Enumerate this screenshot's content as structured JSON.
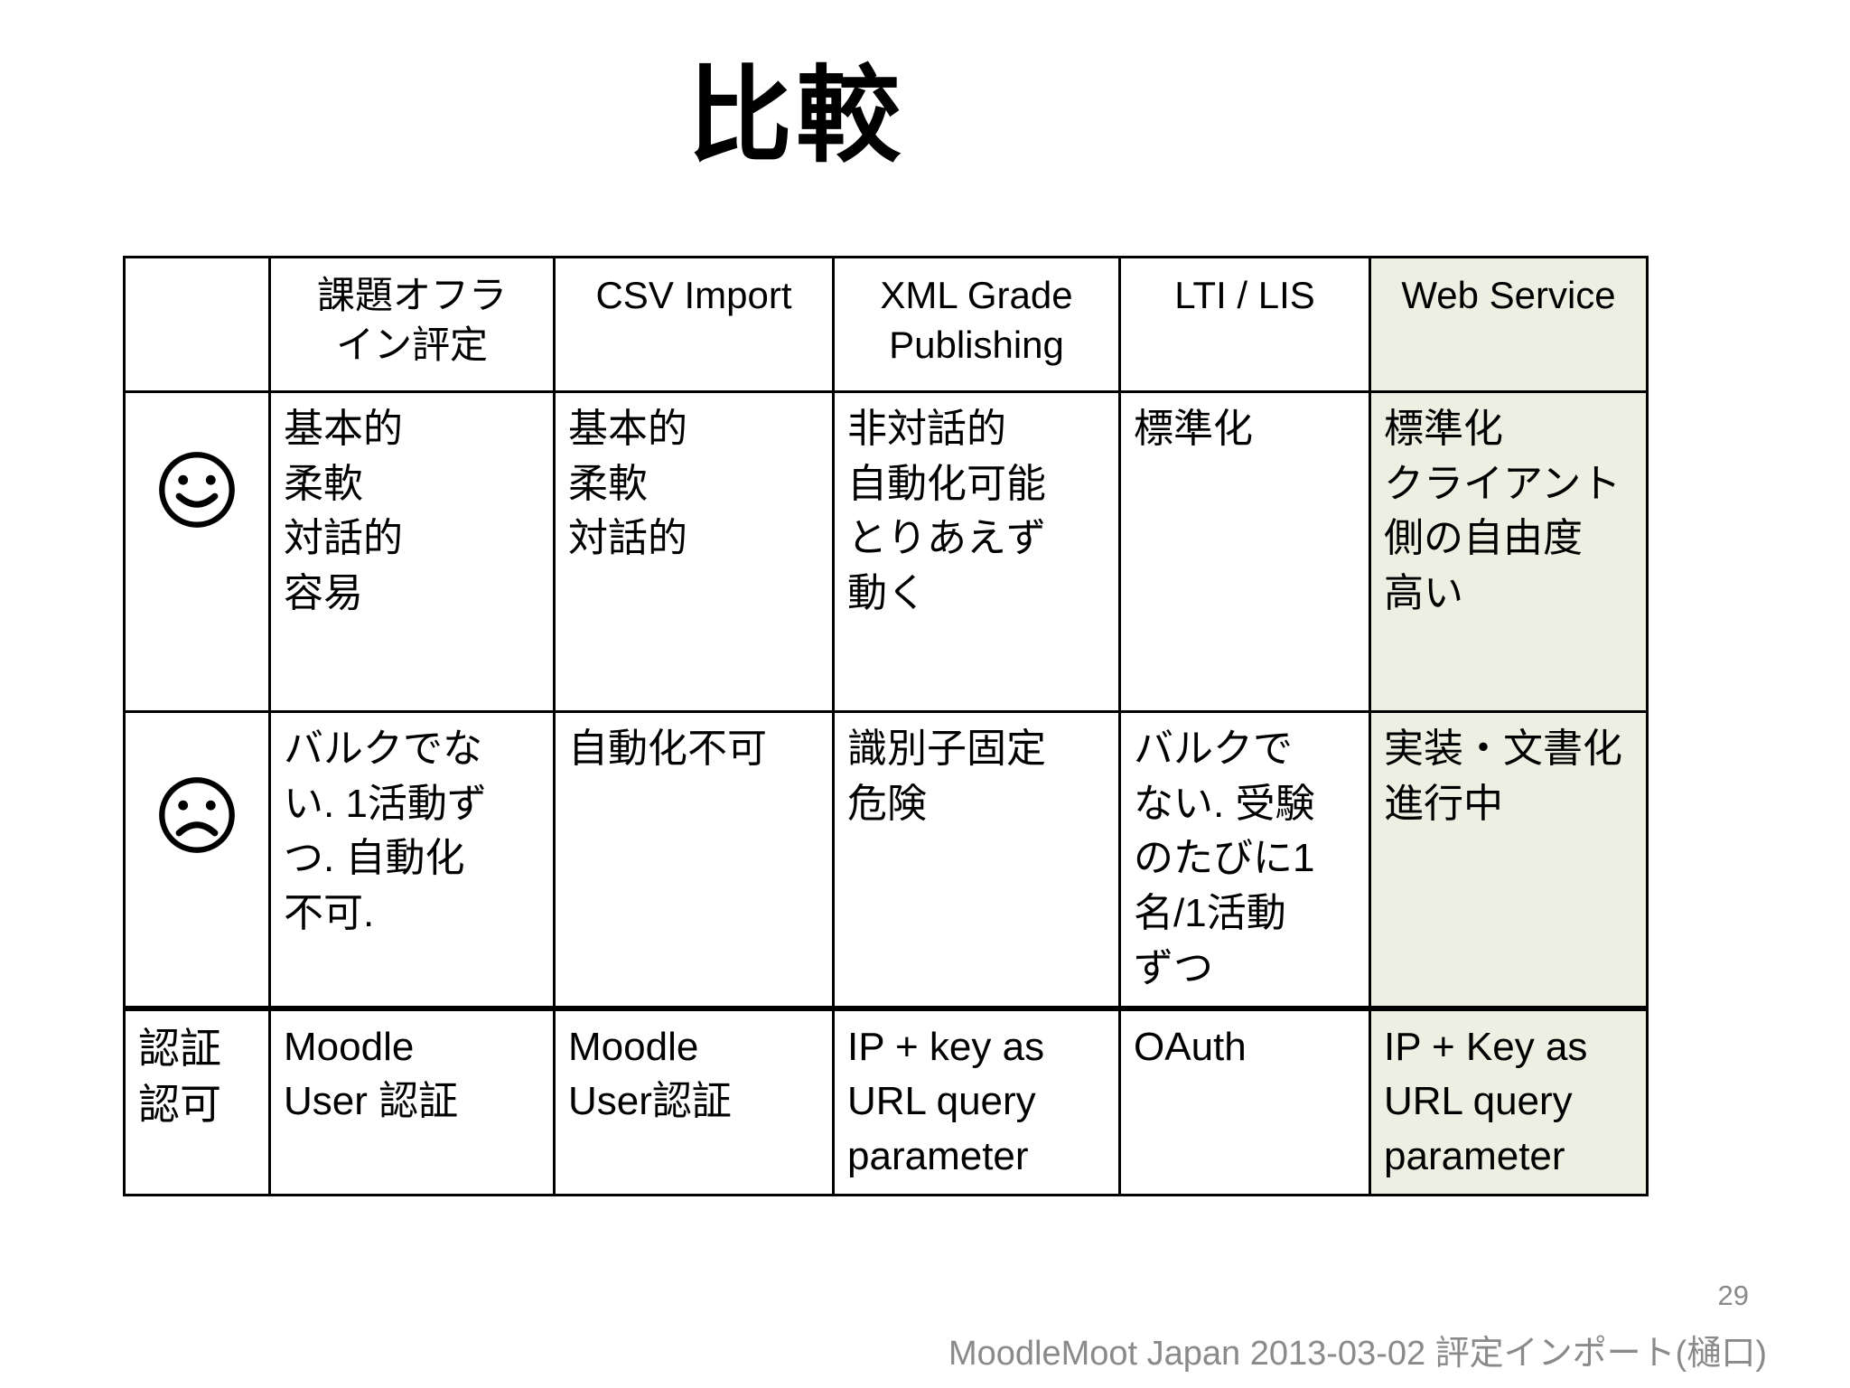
{
  "title": "比較",
  "footer": {
    "credit": "MoodleMoot Japan 2013-03-02 評定インポート(樋口)",
    "page_number": "29"
  },
  "colors": {
    "highlight_column_bg": "#edefe2",
    "border": "#000000",
    "footer_text": "#8a8a8a"
  },
  "icons": {
    "positive_row": "smiley-face-icon",
    "negative_row": "sad-face-icon"
  },
  "table": {
    "columns": [
      "",
      "課題オフラ\nイン評定",
      "CSV Import",
      "XML Grade\nPublishing",
      "LTI / LIS",
      "Web Service"
    ],
    "rows": [
      {
        "header": "",
        "cells": [
          "基本的\n柔軟\n対話的\n容易",
          "基本的\n柔軟\n対話的",
          "非対話的\n自動化可能\nとりあえず\n動く",
          "標準化",
          "標準化\nクライアント\n側の自由度\n高い"
        ]
      },
      {
        "header": "",
        "cells": [
          "バルクでな\nい. 1活動ず\nつ. 自動化\n不可.",
          "自動化不可",
          "識別子固定\n危険",
          "バルクで\nない. 受験\nのたびに1\n名/1活動\nずつ",
          "実装・文書化\n進行中"
        ]
      },
      {
        "header": "認証\n認可",
        "cells": [
          "Moodle\nUser 認証",
          "Moodle\nUser認証",
          "IP + key as\nURL query\nparameter",
          "OAuth",
          "IP + Key as\nURL query\nparameter"
        ]
      }
    ]
  }
}
